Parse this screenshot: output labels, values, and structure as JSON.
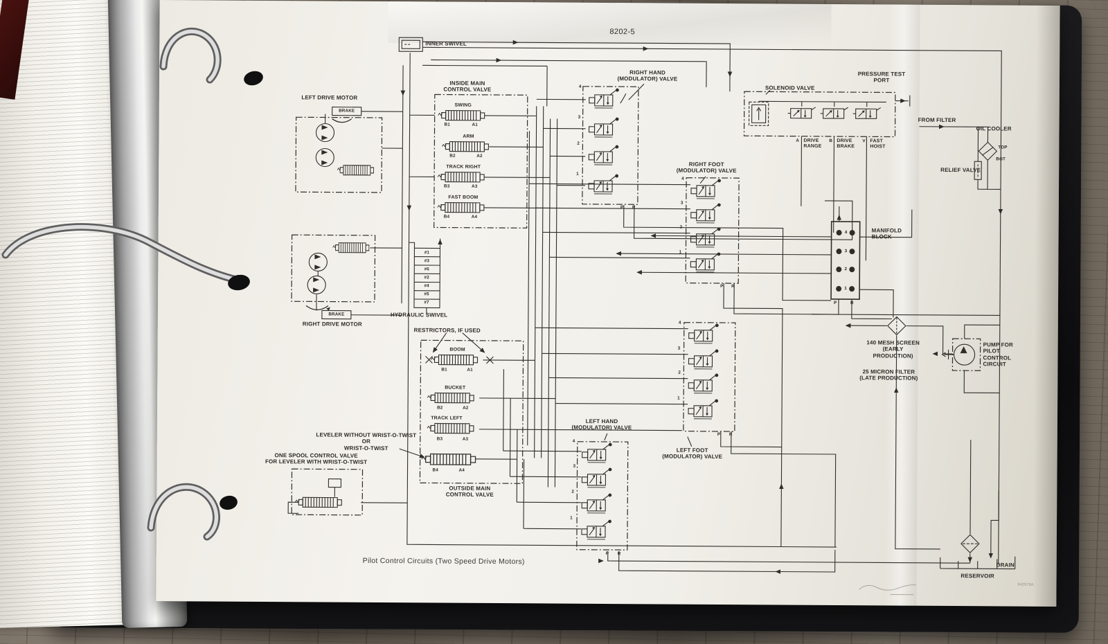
{
  "page": {
    "number": "8202-5",
    "caption": "Pilot Control Circuits (Two Speed Drive Motors)",
    "doc_code": "642970A"
  },
  "colors": {
    "ink": "#2f2d2a",
    "paper": "#f1eee8"
  },
  "swivel": {
    "inner": "INNER SWIVEL",
    "label": "HYDRAULIC SWIVEL",
    "ports": [
      "#1",
      "#3",
      "#6",
      "#2",
      "#4",
      "#5",
      "#7"
    ]
  },
  "motors": {
    "left": "LEFT DRIVE MOTOR",
    "right": "RIGHT DRIVE MOTOR",
    "brake": "BRAKE"
  },
  "inside_main": {
    "title": "INSIDE MAIN\nCONTROL VALVE",
    "sections": [
      {
        "name": "SWING",
        "b": "B1",
        "a": "A1"
      },
      {
        "name": "ARM",
        "b": "B2",
        "a": "A2"
      },
      {
        "name": "TRACK RIGHT",
        "b": "B3",
        "a": "A3"
      },
      {
        "name": "FAST BOOM",
        "b": "B4",
        "a": "A4"
      }
    ]
  },
  "outside_main": {
    "title": "OUTSIDE MAIN\nCONTROL VALVE",
    "restrictors": "RESTRICTORS, IF USED",
    "sections": [
      {
        "name": "BOOM",
        "b": "B1",
        "a": "A1"
      },
      {
        "name": "BUCKET",
        "b": "B2",
        "a": "A2"
      },
      {
        "name": "TRACK LEFT",
        "b": "B3",
        "a": "A3"
      },
      {
        "name": "",
        "b": "B4",
        "a": "A4"
      }
    ]
  },
  "leveler": {
    "note": "LEVELER WITHOUT WRIST-O-TWIST\nOR\nWRIST-O-TWIST",
    "one_spool": "ONE SPOOL CONTROL VALVE\nFOR LEVELER WITH WRIST-O-TWIST"
  },
  "mods": {
    "numbers": [
      "4",
      "3",
      "2",
      "1"
    ],
    "p": "P",
    "r": "R",
    "right_hand": "RIGHT HAND\n(MODULATOR) VALVE",
    "right_foot": "RIGHT FOOT\n(MODULATOR) VALVE",
    "left_hand": "LEFT HAND\n(MODULATOR) VALVE",
    "left_foot": "LEFT FOOT\n(MODULATOR) VALVE"
  },
  "solenoid": {
    "title": "SOLENOID VALVE",
    "pressure_test": "PRESSURE TEST\nPORT",
    "ports": [
      {
        "letter": "A",
        "label": "DRIVE\nRANGE"
      },
      {
        "letter": "B",
        "label": "DRIVE\nBRAKE"
      },
      {
        "letter": "V",
        "label": "FAST\nHOIST"
      }
    ]
  },
  "cooling": {
    "from_filter": "FROM FILTER",
    "oil_cooler": "OIL COOLER",
    "top": "TOP",
    "bot": "BOT",
    "relief": "RELIEF VALVE"
  },
  "manifold": {
    "label": "MANIFOLD\nBLOCK",
    "numbers": [
      "4",
      "3",
      "2",
      "1"
    ],
    "p": "P",
    "r": "R"
  },
  "pilot_supply": {
    "screen": "140 MESH  SCREEN\n(EARLY\nPRODUCTION)",
    "filter": "25 MICRON FILTER\n(LATE PRODUCTION)",
    "pump": "PUMP FOR\nPILOT\nCONTROL\nCIRCUIT"
  },
  "tank": {
    "reservoir": "RESERVOIR",
    "drain": "DRAIN"
  }
}
